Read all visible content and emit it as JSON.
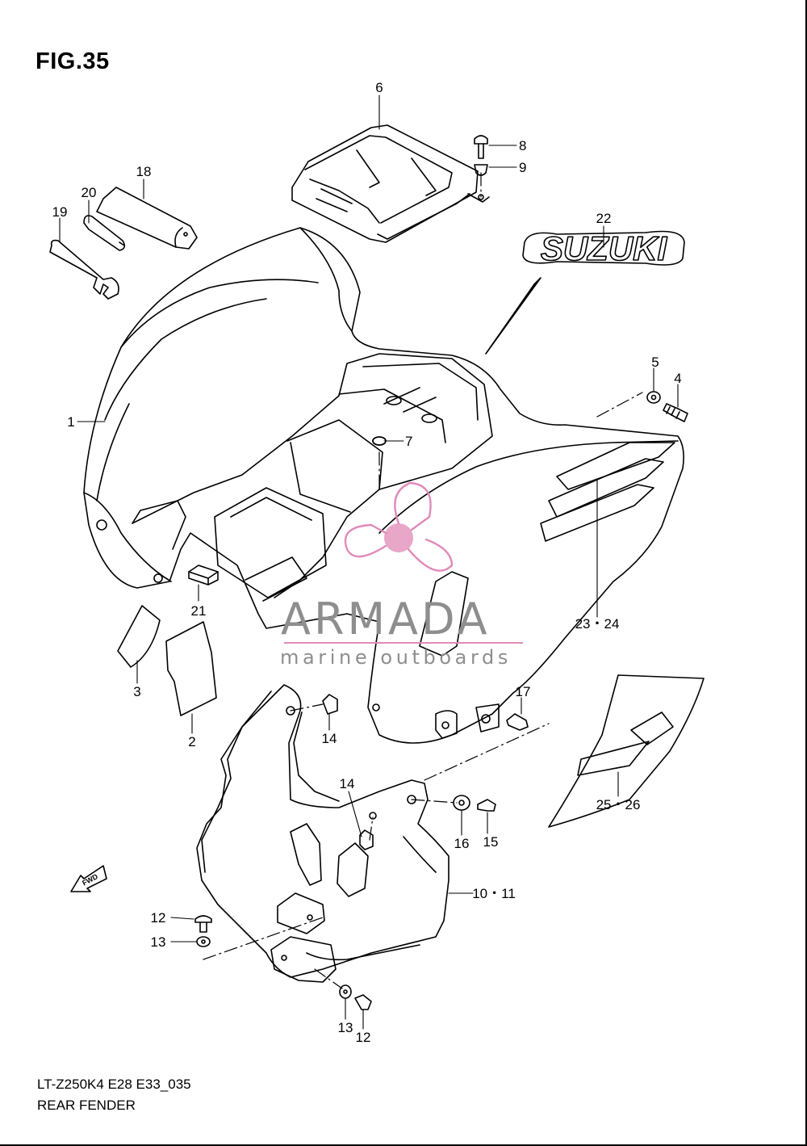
{
  "figure": {
    "title": "FIG.35",
    "model_code": "LT-Z250K4 E28 E33_035",
    "part_group": "REAR FENDER"
  },
  "callouts": [
    {
      "id": "c1",
      "text": "1"
    },
    {
      "id": "c2",
      "text": "2"
    },
    {
      "id": "c3",
      "text": "3"
    },
    {
      "id": "c4",
      "text": "4"
    },
    {
      "id": "c5",
      "text": "5"
    },
    {
      "id": "c6",
      "text": "6"
    },
    {
      "id": "c7",
      "text": "7"
    },
    {
      "id": "c8",
      "text": "8"
    },
    {
      "id": "c9",
      "text": "9"
    },
    {
      "id": "c10",
      "text": "10・11"
    },
    {
      "id": "c12a",
      "text": "12"
    },
    {
      "id": "c12b",
      "text": "12"
    },
    {
      "id": "c13a",
      "text": "13"
    },
    {
      "id": "c13b",
      "text": "13"
    },
    {
      "id": "c14a",
      "text": "14"
    },
    {
      "id": "c14b",
      "text": "14"
    },
    {
      "id": "c15",
      "text": "15"
    },
    {
      "id": "c16",
      "text": "16"
    },
    {
      "id": "c17",
      "text": "17"
    },
    {
      "id": "c18",
      "text": "18"
    },
    {
      "id": "c19",
      "text": "19"
    },
    {
      "id": "c20",
      "text": "20"
    },
    {
      "id": "c21",
      "text": "21"
    },
    {
      "id": "c22",
      "text": "22"
    },
    {
      "id": "c23",
      "text": "23・24"
    },
    {
      "id": "c25",
      "text": "25・26"
    }
  ],
  "decal_text": "SUZUKI",
  "fwd_arrow_text": "FWD",
  "watermark": {
    "brand": "ARMADA",
    "tagline": "marine outboards",
    "accent_color": "#e08ab9",
    "text_color": "#8e8e8e"
  },
  "colors": {
    "line": "#000000",
    "background": "#ffffff"
  }
}
